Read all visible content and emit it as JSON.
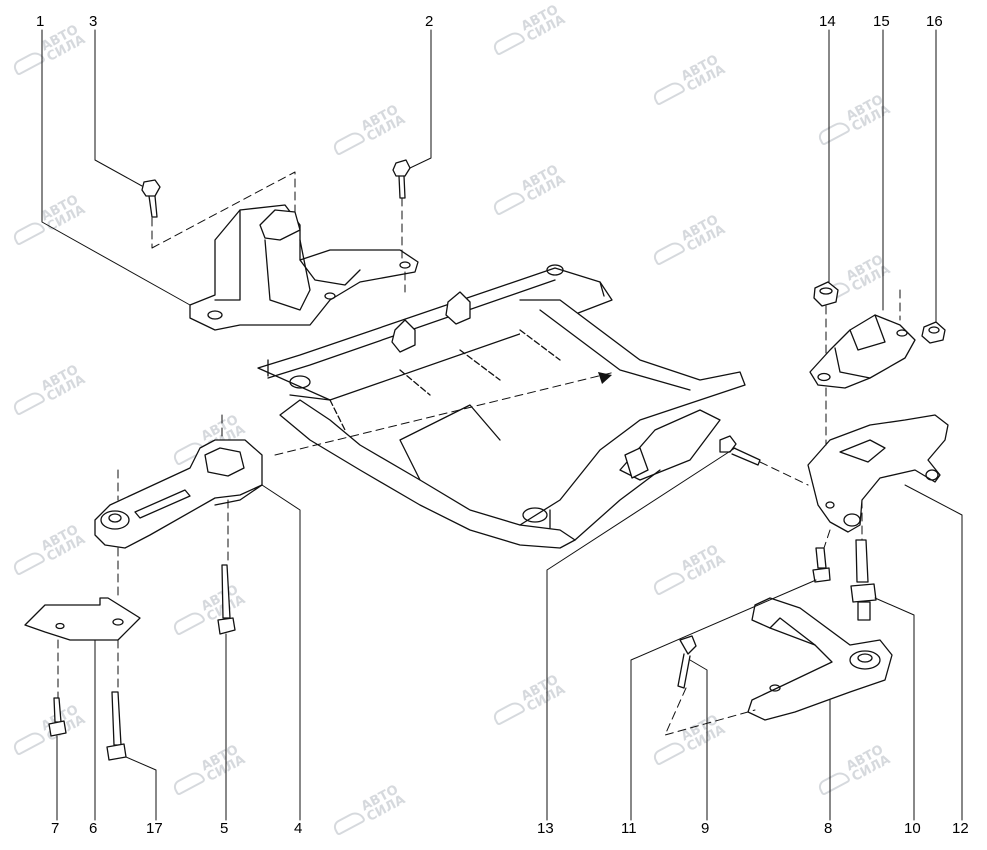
{
  "diagram": {
    "callouts": [
      "1",
      "2",
      "3",
      "4",
      "5",
      "6",
      "7",
      "8",
      "9",
      "10",
      "11",
      "12",
      "13",
      "14",
      "15",
      "16",
      "17"
    ],
    "watermark": {
      "line1": "АВТО",
      "line2": "СИЛА"
    }
  }
}
